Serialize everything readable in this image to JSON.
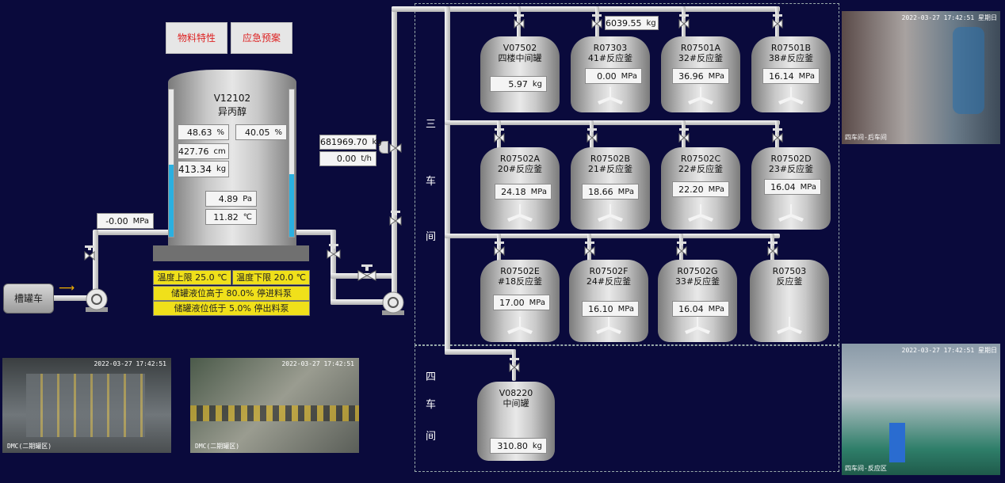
{
  "buttons": {
    "material": "物料特性",
    "emergency": "应急预案"
  },
  "main_tank": {
    "id": "V12102",
    "name": "异丙醇",
    "level_pct": {
      "v": "48.63",
      "u": "%"
    },
    "pct2": {
      "v": "40.05",
      "u": "%"
    },
    "height": {
      "v": "427.76",
      "u": "cm"
    },
    "weight": {
      "v": "413.34",
      "u": "kg"
    },
    "pressure": {
      "v": "4.89",
      "u": "Pa"
    },
    "temperature": {
      "v": "11.82",
      "u": "℃"
    }
  },
  "inlet_pressure": {
    "v": "-0.00",
    "u": "MPa"
  },
  "truck_label": "槽罐车",
  "alarms": {
    "temp_high": "温度上限 25.0 ℃",
    "temp_low": "温度下限 20.0 ℃",
    "level_high": "储罐液位高于 80.0% 停进料泵",
    "level_low": "储罐液位低于 5.0% 停出料泵"
  },
  "flow": {
    "total": {
      "v": "681969.70",
      "u": "kg"
    },
    "rate": {
      "v": "0.00",
      "u": "t/h"
    }
  },
  "workshop3": {
    "c1": "三",
    "c2": "车",
    "c3": "间"
  },
  "workshop4": {
    "c1": "四",
    "c2": "车",
    "c3": "间"
  },
  "top_reading": {
    "v": "6039.55",
    "u": "kg"
  },
  "reactors": [
    {
      "id": "V07502",
      "name": "四楼中间罐",
      "v": "5.97",
      "u": "kg"
    },
    {
      "id": "R07303",
      "name": "41#反应釜",
      "v": "0.00",
      "u": "MPa"
    },
    {
      "id": "R07501A",
      "name": "32#反应釜",
      "v": "36.96",
      "u": "MPa"
    },
    {
      "id": "R07501B",
      "name": "38#反应釜",
      "v": "16.14",
      "u": "MPa"
    },
    {
      "id": "R07502A",
      "name": "20#反应釜",
      "v": "24.18",
      "u": "MPa"
    },
    {
      "id": "R07502B",
      "name": "21#反应釜",
      "v": "18.66",
      "u": "MPa"
    },
    {
      "id": "R07502C",
      "name": "22#反应釜",
      "v": "22.20",
      "u": "MPa"
    },
    {
      "id": "R07502D",
      "name": "23#反应釜",
      "v": "16.04",
      "u": "MPa"
    },
    {
      "id": "R07502E",
      "name": "#18反应釜",
      "v": "17.00",
      "u": "MPa"
    },
    {
      "id": "R07502F",
      "name": "24#反应釜",
      "v": "16.10",
      "u": "MPa"
    },
    {
      "id": "R07502G",
      "name": "33#反应釜",
      "v": "16.04",
      "u": "MPa"
    },
    {
      "id": "R07503",
      "name": "反应釜",
      "v": "",
      "u": ""
    },
    {
      "id": "V08220",
      "name": "中间罐",
      "v": "310.80",
      "u": "kg"
    }
  ],
  "cameras": {
    "cam1": "2022-03-27 17:42:51",
    "cam1_bottom": "DMC(二期罐区)",
    "cam2": "2022-03-27 17:42:51",
    "cam2_bottom": "DMC(二期罐区)",
    "cam3": "2022-03-27 17:42:51 星期日",
    "cam3_bottom": "四车间-后车间",
    "cam4": "2022-03-27 17:42:51 星期日",
    "cam4_bottom": "四车间-反应区"
  }
}
